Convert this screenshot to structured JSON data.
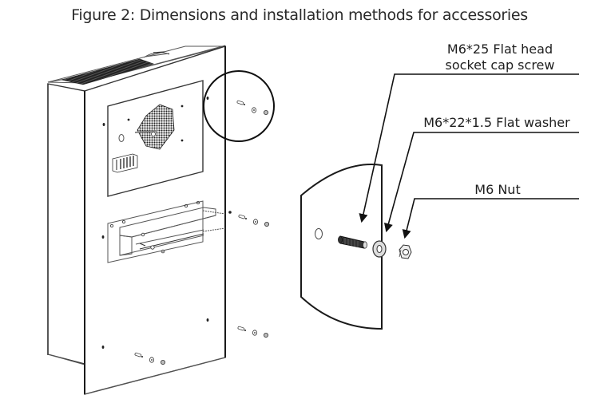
{
  "figure": {
    "title": "Figure 2: Dimensions and installation methods for accessories"
  },
  "callouts": [
    {
      "line1": "M6*25 Flat head",
      "line2": "socket cap screw",
      "part": "screw"
    },
    {
      "line1": "M6*22*1.5 Flat washer",
      "part": "washer"
    },
    {
      "line1": "M6 Nut",
      "part": "nut"
    }
  ],
  "colors": {
    "line": "#1a1a1a",
    "background": "#ffffff"
  }
}
